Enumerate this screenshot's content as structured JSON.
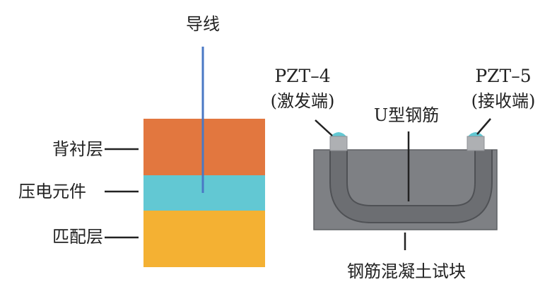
{
  "colors": {
    "backing_layer": "#e2773f",
    "piezo_element": "#62c8d3",
    "matching_layer": "#f4b133",
    "lead_wire": "#4a78c4",
    "concrete": "#7e8084",
    "concrete_edge": "#5f6165",
    "rebar_band": "#6c6e72",
    "rebar_edge": "#4f5155",
    "sensor_body": "#aeb0b3",
    "sensor_cap": "#62c8d3",
    "leader_line": "#222222"
  },
  "transducer": {
    "wire_label": "导线",
    "layers": [
      {
        "key": "backing",
        "label": "背衬层"
      },
      {
        "key": "piezo",
        "label": "压电元件"
      },
      {
        "key": "matching",
        "label": "匹配层"
      }
    ]
  },
  "specimen": {
    "sensor_left": {
      "name": "PZT–4",
      "role": "(激发端)"
    },
    "sensor_right": {
      "name": "PZT–5",
      "role": "(接收端)"
    },
    "rebar_label": "U型钢筋",
    "block_label": "钢筋混凝土试块"
  }
}
